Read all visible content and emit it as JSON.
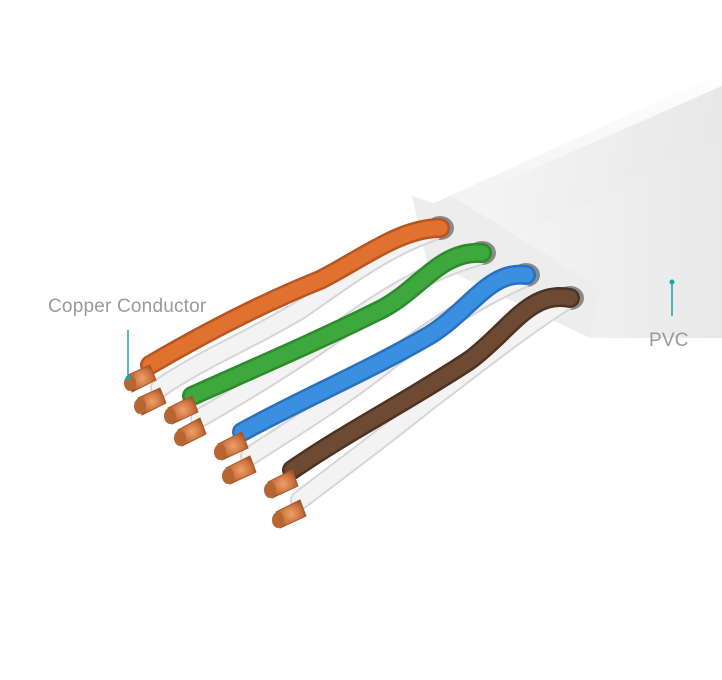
{
  "labels": {
    "copper_conductor": "Copper Conductor",
    "pvc": "PVC"
  },
  "colors": {
    "callout_line": "#1aa5a8",
    "label_text": "#9a9a9a",
    "jacket": "#f4f4f4",
    "orange": "#e0712f",
    "green": "#3ea83e",
    "blue": "#3a8fe0",
    "brown": "#6e4a32",
    "white_wire": "#f1f1f1",
    "copper": "#c8703c"
  },
  "wire_pairs": [
    {
      "name": "orange-pair",
      "color": "orange"
    },
    {
      "name": "green-pair",
      "color": "green"
    },
    {
      "name": "blue-pair",
      "color": "blue"
    },
    {
      "name": "brown-pair",
      "color": "brown"
    }
  ]
}
